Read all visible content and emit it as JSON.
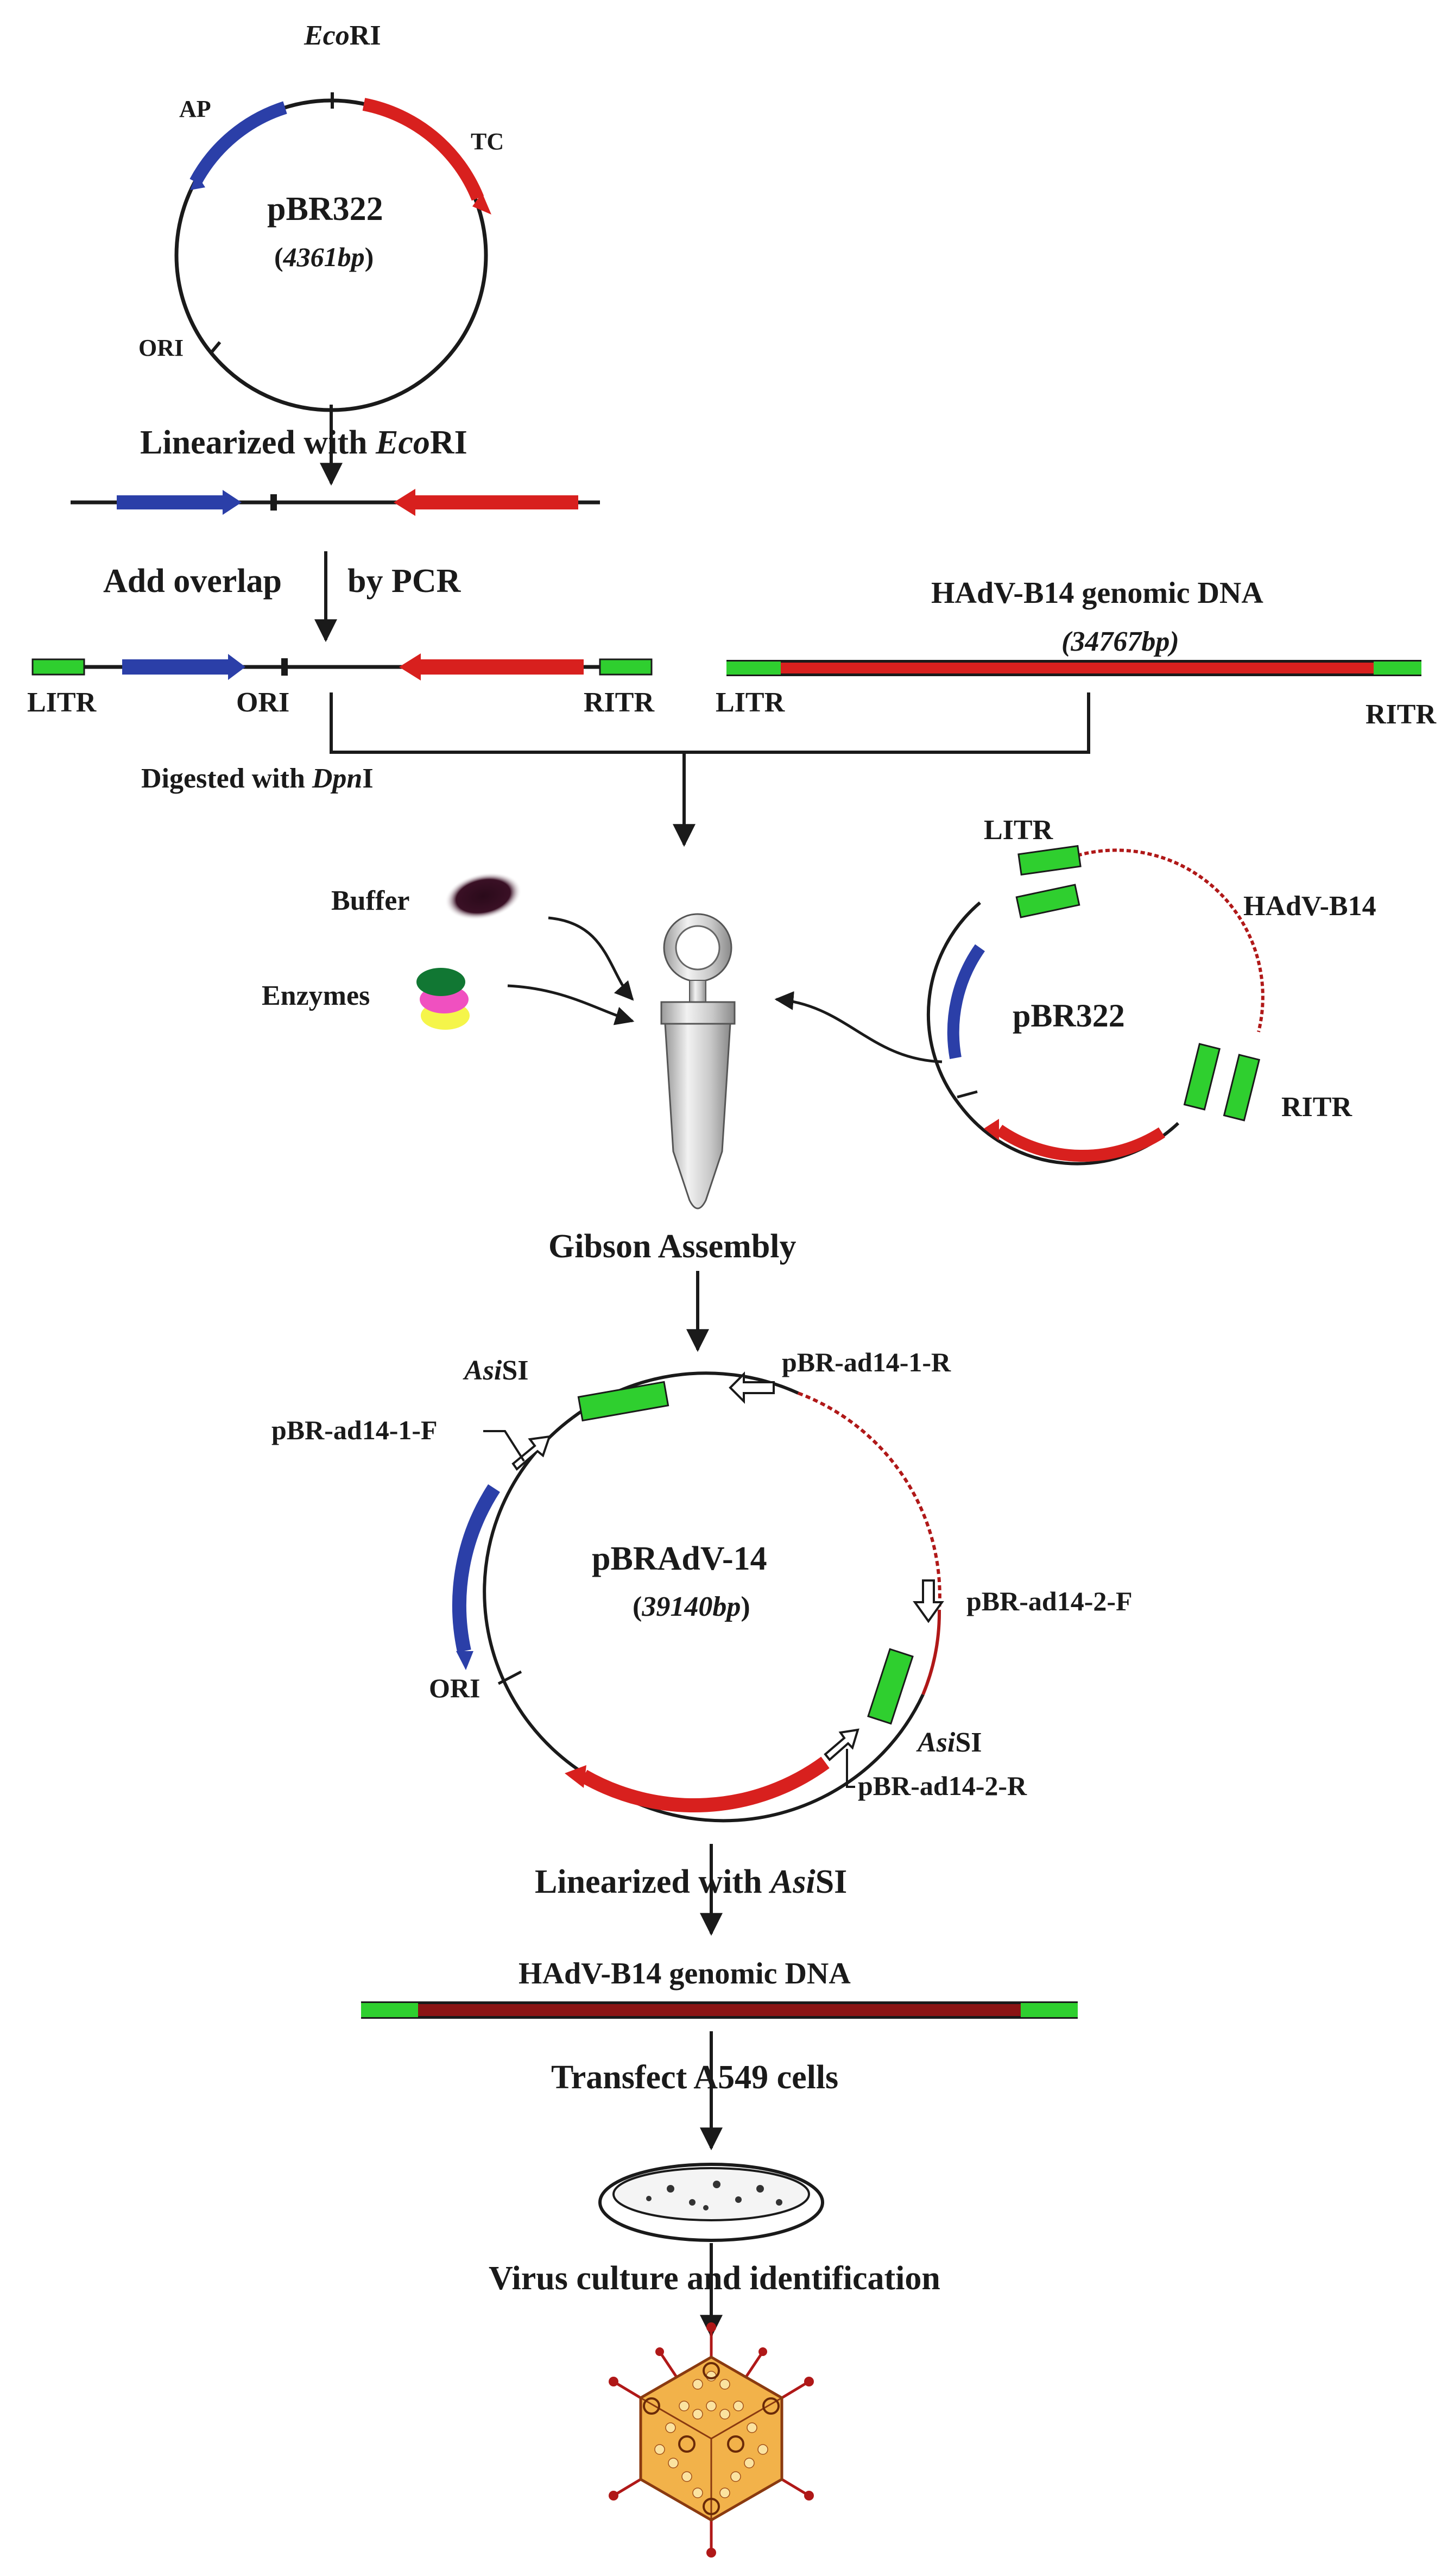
{
  "colors": {
    "ap_gene": "#2b3fa8",
    "tc_gene": "#d8201e",
    "itr": "#2fcf2f",
    "genome": "#b01818",
    "ink": "#1a1a1a"
  },
  "plasmid1": {
    "site_prefix": "Eco",
    "site_suffix": "RI",
    "ap": "AP",
    "tc": "TC",
    "ori": "ORI",
    "name": "pBR322",
    "size_open": "(",
    "size": "4361bp",
    "size_close": ")"
  },
  "step1": {
    "text": "Linearized with ",
    "enzyme_italic": "Eco",
    "enzyme_suffix": "RI"
  },
  "step2": {
    "left": "Add overlap",
    "right": "by PCR"
  },
  "fragment": {
    "litr": "LITR",
    "ori": "ORI",
    "ritr": "RITR"
  },
  "genome1": {
    "title": "HAdV-B14 genomic DNA",
    "size": "(34767bp)",
    "litr": "LITR",
    "ritr": "RITR"
  },
  "step3": {
    "text": "Digested with ",
    "enzyme_italic": "Dpn",
    "enzyme_suffix": "I"
  },
  "mix": {
    "buffer": "Buffer",
    "enzymes": "Enzymes"
  },
  "plasmid2": {
    "litr": "LITR",
    "hadv": "HAdV-B14",
    "name": "pBR322",
    "ritr": "RITR"
  },
  "step4": {
    "text": "Gibson Assembly"
  },
  "plasmid3": {
    "asisi_top_italic": "Asi",
    "asisi_top_suffix": "SI",
    "primer_1r": "pBR-ad14-1-R",
    "primer_1f": "pBR-ad14-1-F",
    "name": "pBRAdV-14",
    "size_open": "(",
    "size": "39140bp",
    "size_close": ")",
    "primer_2f": "pBR-ad14-2-F",
    "ori": "ORI",
    "asisi_bottom_italic": "Asi",
    "asisi_bottom_suffix": "SI",
    "primer_2r": "pBR-ad14-2-R"
  },
  "step5": {
    "text": "Linearized with ",
    "enzyme_italic": "Asi",
    "enzyme_suffix": "SI"
  },
  "genome2": {
    "title": "HAdV-B14 genomic DNA"
  },
  "step6": {
    "text": "Transfect A549 cells"
  },
  "step7": {
    "text": "Virus culture and identification"
  }
}
